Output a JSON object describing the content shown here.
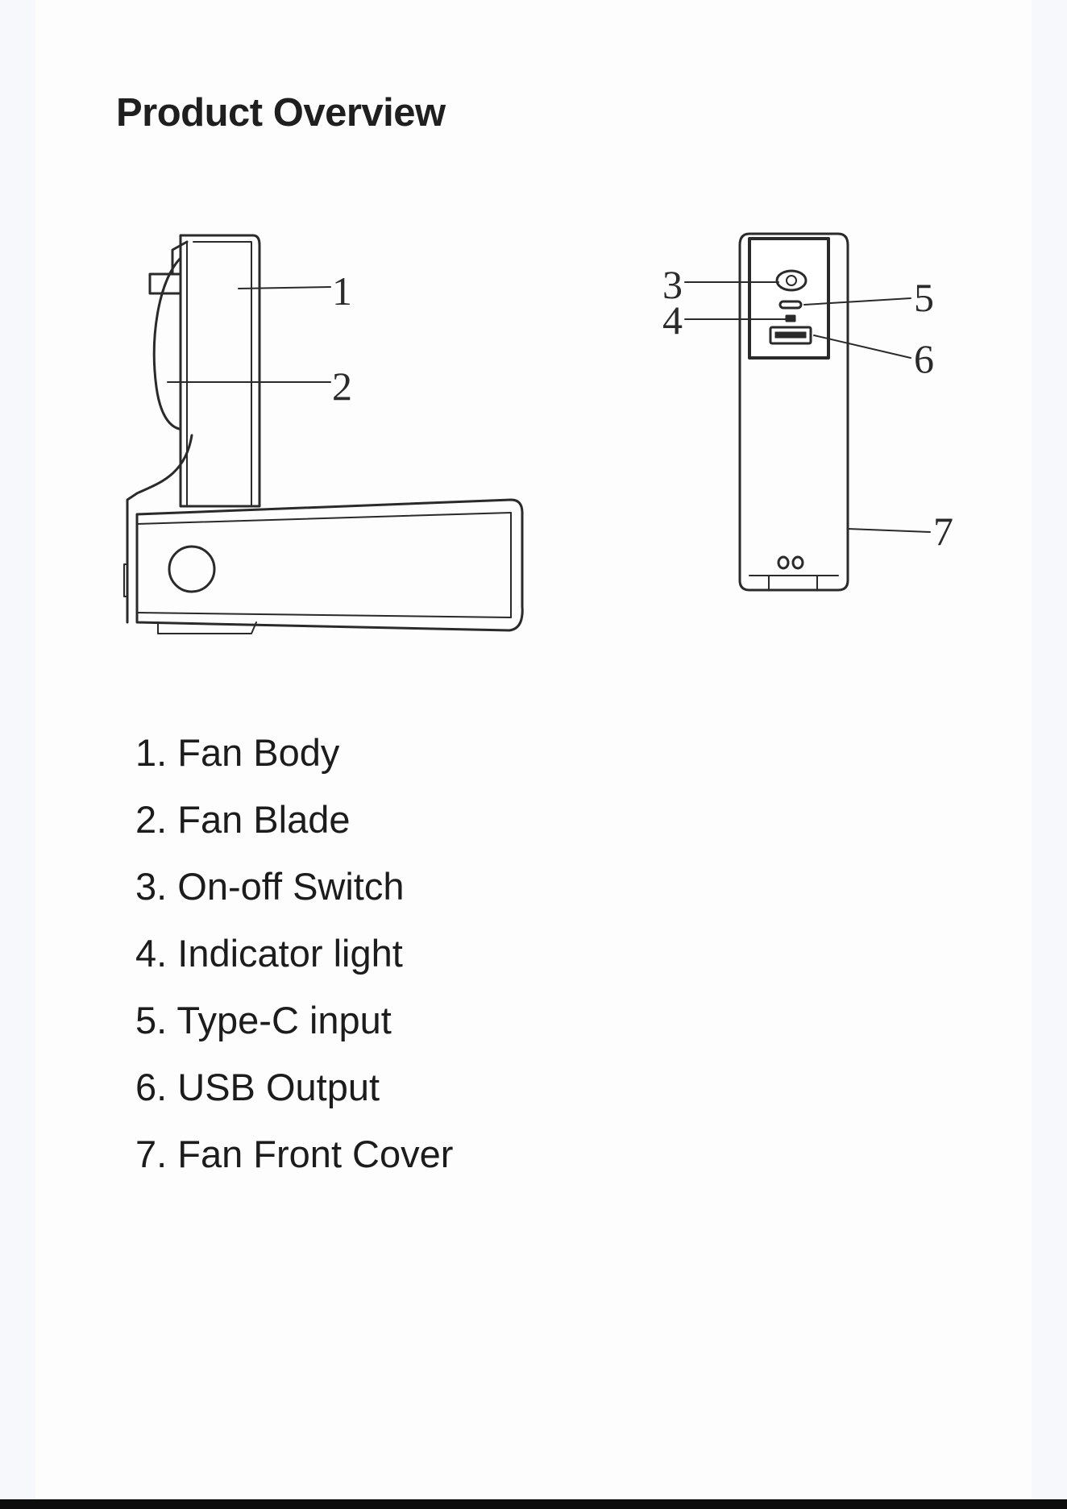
{
  "title": "Product Overview",
  "callouts": [
    "1",
    "2",
    "3",
    "4",
    "5",
    "6",
    "7"
  ],
  "legend": [
    "1. Fan Body",
    "2. Fan Blade",
    "3. On-off Switch",
    "4. Indicator light",
    "5. Type-C input",
    "6. USB Output",
    "7. Fan Front Cover"
  ],
  "colors": {
    "line": "#2a2a2a",
    "text": "#1c1c1c",
    "background": "#fdfdfd"
  }
}
